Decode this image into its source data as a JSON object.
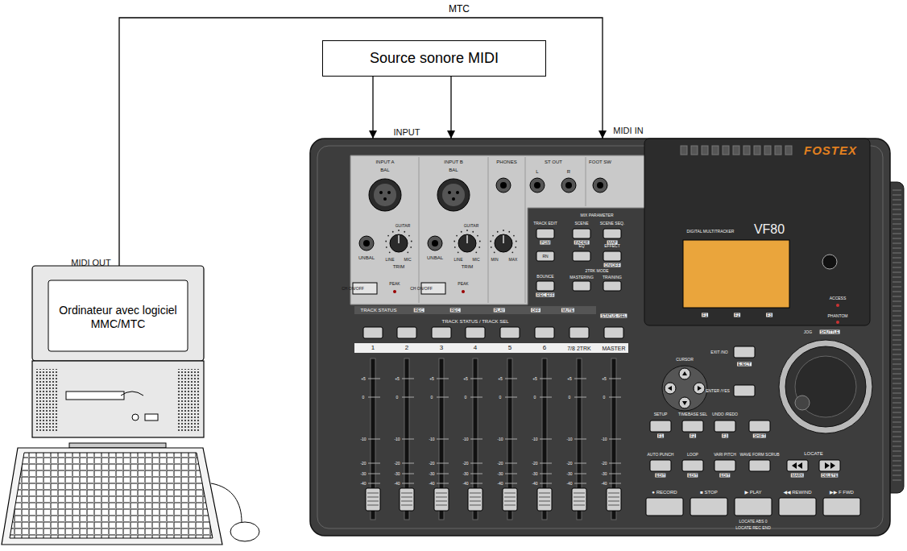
{
  "diagram": {
    "nodes": [
      {
        "text": [
          "Source sonore MIDI"
        ]
      },
      {
        "text": [
          "Ordinateur avec logiciel MMC/MTC"
        ]
      },
      {
        "text": [
          "FOSTEX"
        ]
      }
    ],
    "edges": [
      {
        "from": 1,
        "to": 2,
        "arrow": "to",
        "label": "MTC"
      },
      {
        "from": 0,
        "to": 2,
        "arrow": "to"
      },
      {
        "from": 0,
        "to": 2,
        "arrow": "to"
      }
    ],
    "labels": [
      "MIDI OUT",
      "INPUT",
      "MIDI IN",
      "INPUT A",
      "BAL",
      "GUITAR",
      "UNBAL",
      "LINE",
      "MIC",
      "TRIM",
      "CH ON/OFF",
      "PEAK",
      "INPUT B",
      "BAL",
      "GUITAR",
      "UNBAL",
      "LINE",
      "MIC",
      "TRIM",
      "CH ON/OFF",
      "PEAK",
      "PHONES",
      "MIN",
      "MAX",
      "ST OUT",
      "L",
      "R",
      "FOOT SW",
      "TRACK EDIT",
      "PGM",
      "MIX PARAMETER",
      "SCENE",
      "FADER",
      "SCENE SEQ.",
      "MAP",
      "RN",
      "EQ",
      "EFFECT",
      "ON/OFF",
      "BOUNCE",
      "REC EFF",
      "2TRK MODE",
      "MASTERING",
      "TRAINING",
      "TRACK STATUS",
      "REC",
      "REC",
      "PLAY",
      "OFF",
      "MUTE",
      "STATUS /SEL",
      "TRACK STATUS / TRACK SEL",
      "1",
      "2",
      "3",
      "4",
      "5",
      "6",
      "7/8 2TRK",
      "MASTER",
      "+5",
      "0",
      "-10",
      "-20",
      "-30",
      "-40",
      "+5",
      "0",
      "-10",
      "-20",
      "-30",
      "-40",
      "+5",
      "0",
      "-10",
      "-20",
      "-30",
      "-40",
      "+5",
      "0",
      "-10",
      "-20",
      "-30",
      "-40",
      "+5",
      "0",
      "-10",
      "-20",
      "-30",
      "-40",
      "+5",
      "0",
      "-10",
      "-20",
      "-30",
      "-40",
      "+5",
      "0",
      "-10",
      "-20",
      "-30",
      "-40",
      "+5",
      "0",
      "-10",
      "-20",
      "-30",
      "-40",
      "CURSOR",
      "EXIT /NO",
      "EJECT",
      "ENTER /YES",
      "JOG",
      "SHUTTLE",
      "SETUP",
      "F1",
      "TIMEBASE SEL",
      "F2",
      "UNDO /REDO",
      "F3",
      "SHIFT",
      "AUTO PUNCH",
      "EDIT",
      "LOOP",
      "EDIT",
      "VARI PITCH",
      "EDIT",
      "WAVE FORM SCRUB",
      "LOCATE",
      "MARK",
      "DELETE",
      "● RECORD",
      "■ STOP",
      "▶ PLAY",
      "◀◀ REWIND",
      "▶▶ F FWD",
      "LOCATE ABS 0",
      "LOCATE REC END",
      "DIGITAL MULTITRACKER",
      "VF80",
      "ACCESS",
      "PHANTOM",
      "F1",
      "F2",
      "F3"
    ]
  }
}
